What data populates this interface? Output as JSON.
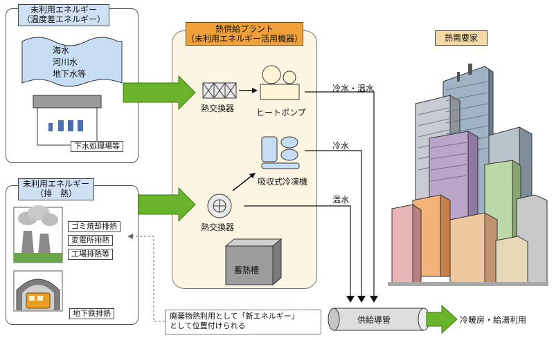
{
  "unused_energy_temp": {
    "title_line1": "未利用エネルギー",
    "title_line2": "（温度差エネルギー）",
    "water_line1": "海水",
    "water_line2": "河川水",
    "water_line3": "地下水等",
    "sewage": "下水処理場等"
  },
  "unused_energy_exhaust": {
    "title_line1": "未利用エネルギー",
    "title_line2": "（排　熱）",
    "items": [
      "ゴミ焼却排熱",
      "変電所排熱",
      "工場排熱等"
    ],
    "subway": "地下鉄排熱"
  },
  "plant": {
    "title_line1": "熱供給プラント",
    "title_line2": "（未利用エネルギー活用機器）",
    "heat_exchanger_1": "熱交換器",
    "heat_pump": "ヒートポンプ",
    "absorption_chiller": "吸収式冷凍機",
    "heat_exchanger_2": "熱交換器",
    "storage_tank": "蓄熱槽"
  },
  "flows": {
    "cold_hot_water": "冷水・温水",
    "cold_water": "冷水",
    "hot_water": "温水"
  },
  "demand": {
    "title": "熱需要家"
  },
  "pipe": {
    "label": "供給導管",
    "output": "冷暖房・給湯利用"
  },
  "note": {
    "line1": "廃棄物熱利用として「新エネルギー」",
    "line2": "として位置付けられる"
  },
  "colors": {
    "header_blue": "#cfe0f2",
    "plant_orange": "#f0a03a",
    "plant_bg": "#fdf5e3",
    "arrow_green": "#6ab42c",
    "water_blue": "#c7ddf3"
  }
}
